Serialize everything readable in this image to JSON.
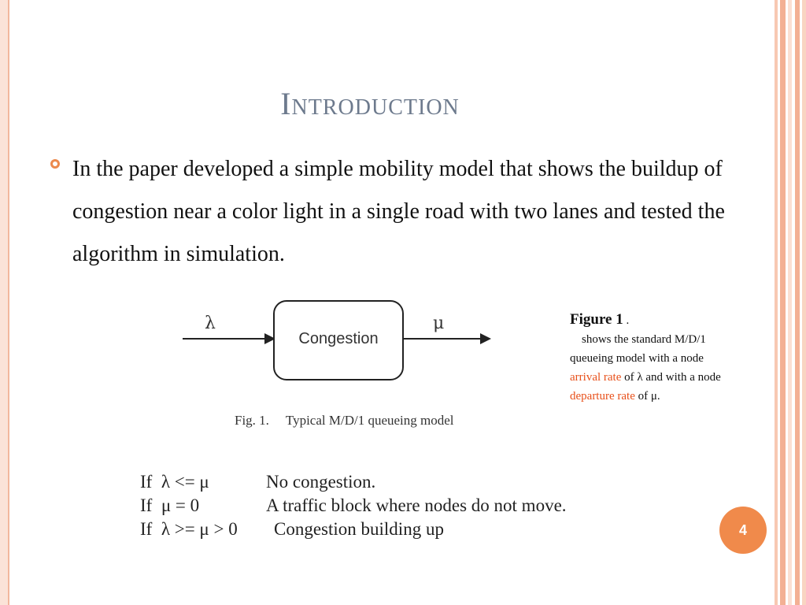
{
  "slide": {
    "title": "Introduction",
    "bullet_text": "In the paper developed a simple mobility model that shows the buildup of congestion near a color light in a single road with two lanes and tested the algorithm in simulation.",
    "page_number": "4"
  },
  "diagram": {
    "input_label": "λ",
    "box_label": "Congestion",
    "output_label": "μ",
    "caption": "Fig. 1.     Typical M/D/1 queueing model"
  },
  "side_caption": {
    "label": "Figure 1",
    "label_suffix": " .",
    "part1": "shows the standard M/D/1 queueing model with a node ",
    "arrival": "arrival rate",
    "part2": " of λ and with a node ",
    "departure": "departure rate",
    "part3": " of μ."
  },
  "rules": [
    {
      "condition": "If  λ <= μ",
      "result": "No congestion."
    },
    {
      "condition": "If  μ = 0",
      "result": "A traffic block where nodes do not move."
    },
    {
      "condition": "If  λ >= μ > 0",
      "result": "Congestion building up"
    }
  ],
  "colors": {
    "accent": "#f08a4b",
    "highlight": "#e8501a",
    "title": "#6d7a8d"
  }
}
